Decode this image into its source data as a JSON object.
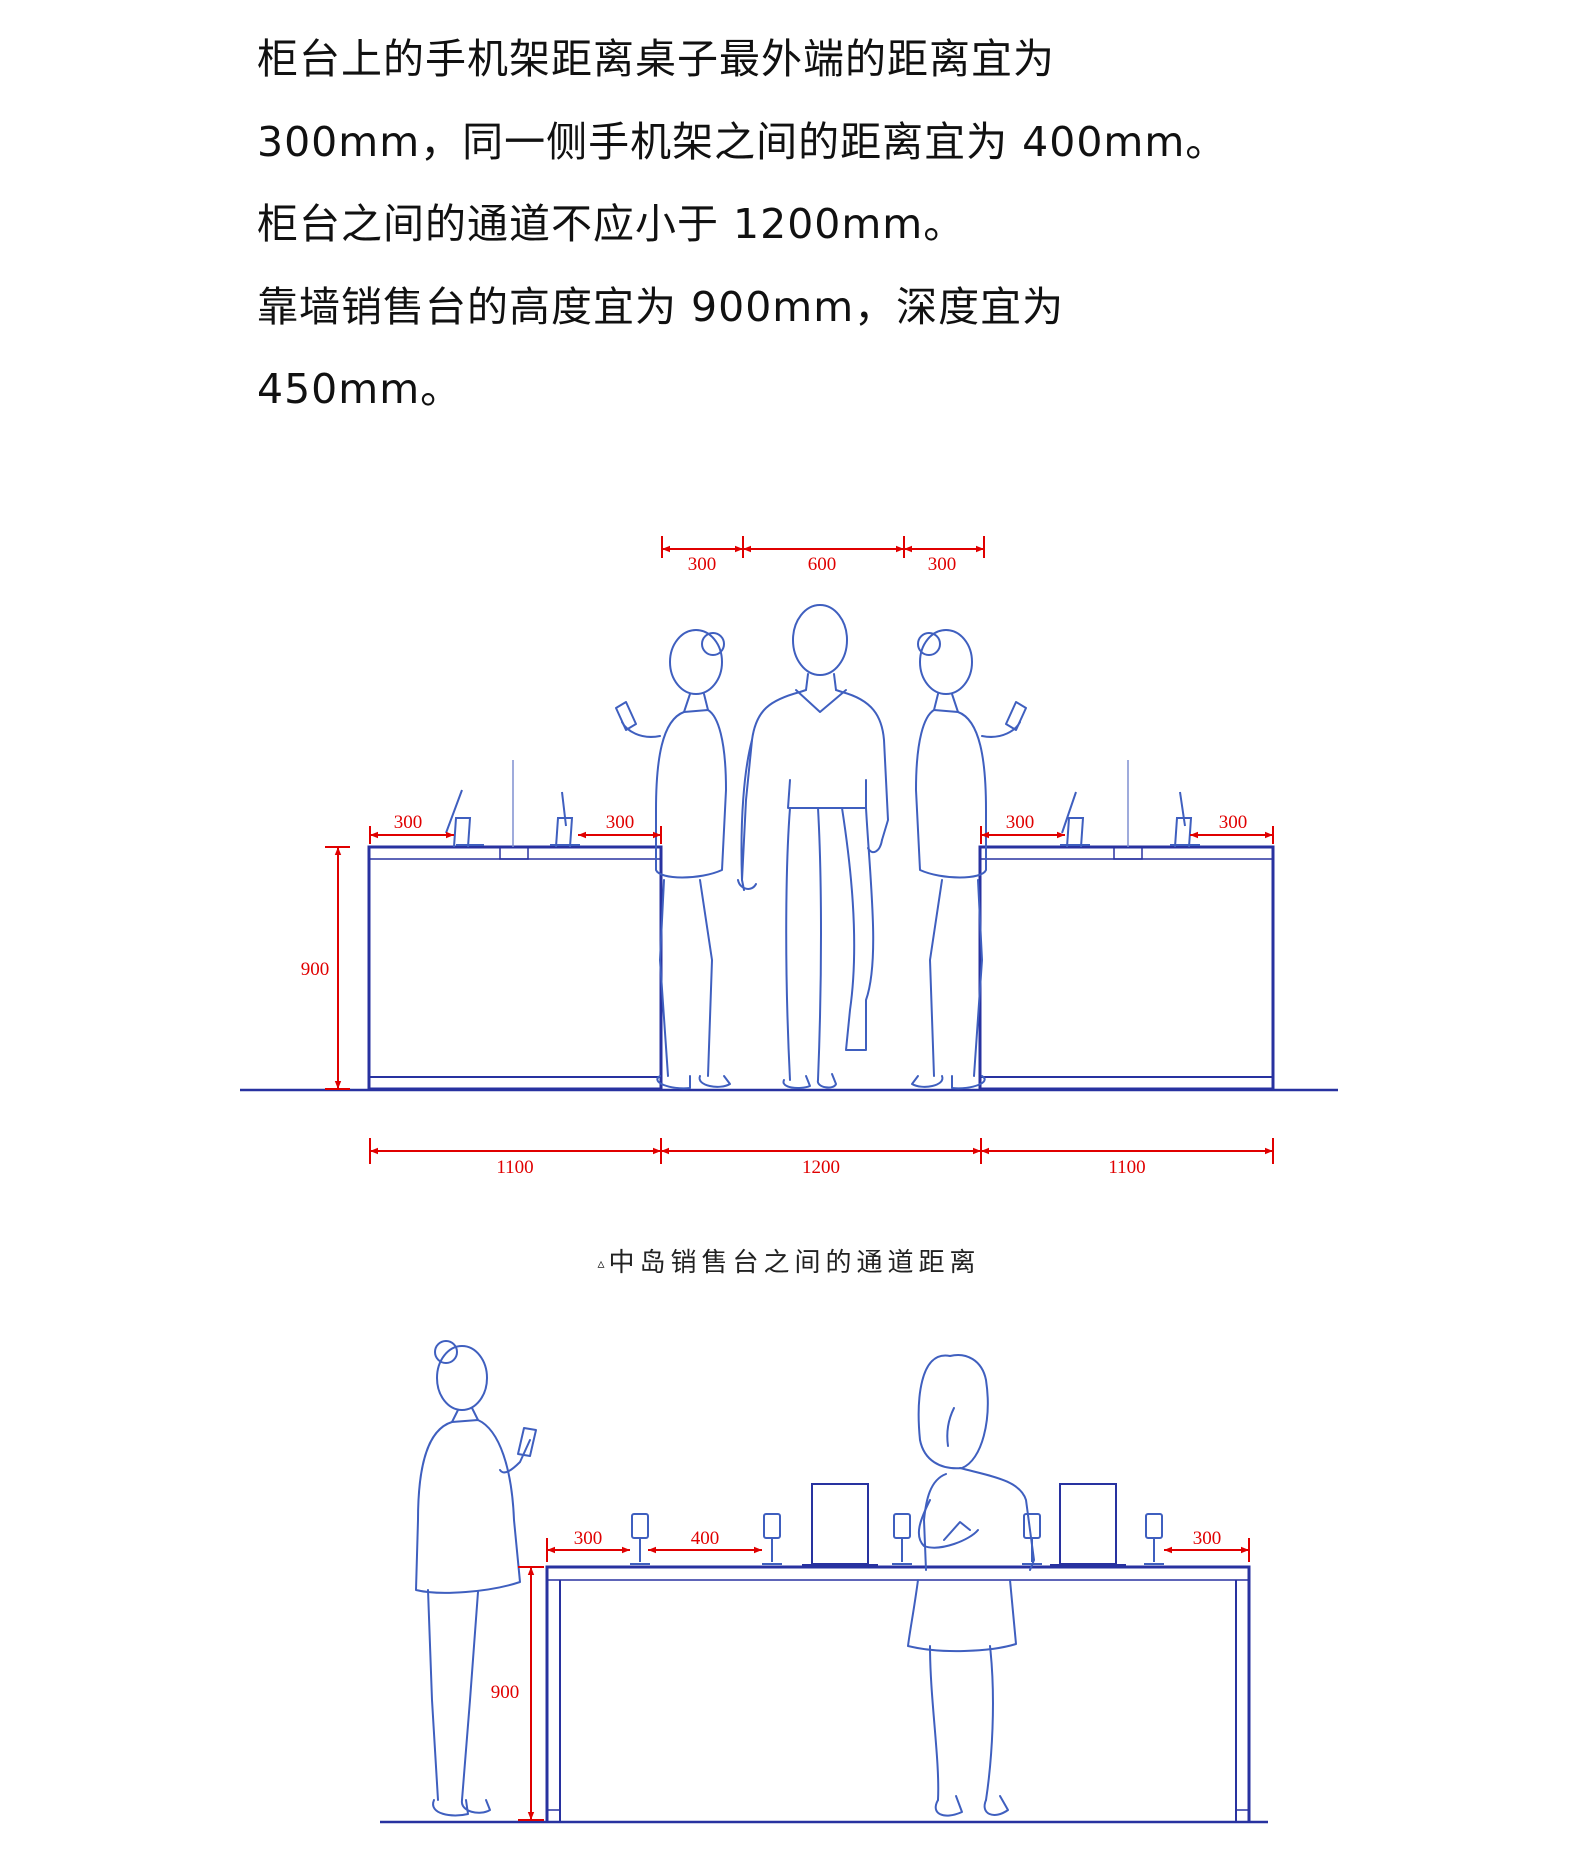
{
  "text": {
    "lines": [
      "柜台上的手机架距离桌子最外端的距离宜为",
      "300mm，同一侧手机架之间的距离宜为 400mm。",
      "柜台之间的通道不应小于 1200mm。",
      "靠墙销售台的高度宜为 900mm，深度宜为",
      "450mm。"
    ]
  },
  "diagram_top": {
    "caption_marker": "▵",
    "caption": "中岛销售台之间的通道距离",
    "top_dims": [
      "300",
      "600",
      "300"
    ],
    "counter_dims": [
      "300",
      "300",
      "300",
      "300"
    ],
    "height_dim": "900",
    "bottom_dims": [
      "1100",
      "1200",
      "1100"
    ]
  },
  "diagram_bottom": {
    "dims": [
      "300",
      "400",
      "300"
    ],
    "height_dim": "900"
  },
  "colors": {
    "line": "#2832a0",
    "dimension": "#e00000",
    "figure": "#3f5fbf"
  }
}
